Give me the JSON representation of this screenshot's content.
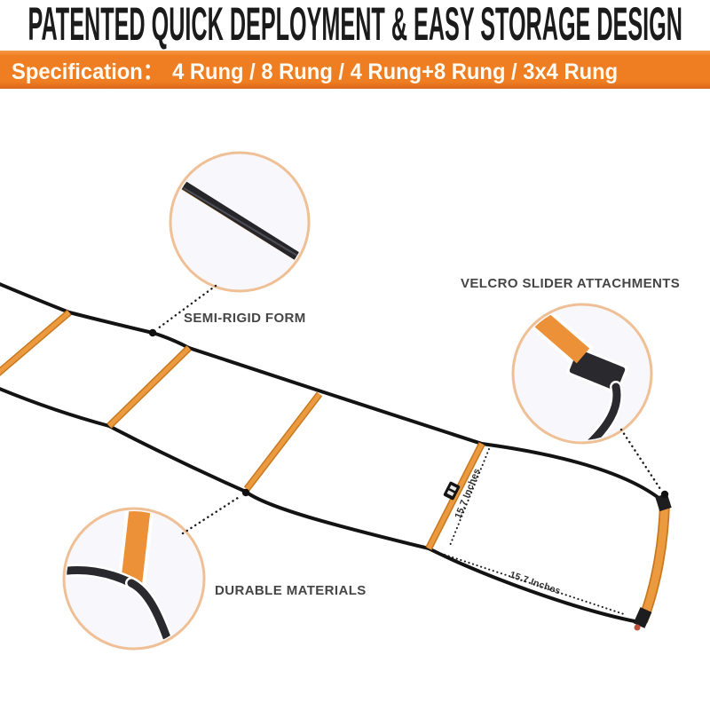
{
  "header": {
    "title": "PATENTED QUICK DEPLOYMENT & EASY STORAGE DESIGN",
    "specification_label": "Specification：",
    "specification_value": "4 Rung / 8 Rung / 4 Rung+8 Rung / 3x4 Rung"
  },
  "callouts": {
    "semi_rigid": {
      "label": "SEMI-RIGID FORM"
    },
    "velcro": {
      "label": "VELCRO SLIDER ATTACHMENTS"
    },
    "durable": {
      "label": "DURABLE MATERIALS"
    }
  },
  "measurements": {
    "rung_width": {
      "label": "15.7 Inches"
    },
    "cell_length": {
      "label": "15.7 Inches"
    }
  },
  "colors": {
    "header_text": "#1b1b1b",
    "spec_bar_orange": "#EF7D22",
    "spec_text": "#FFFBF2",
    "rung_orange": "#EB9A40",
    "rung_orange_dark": "#C8791E",
    "strap_black": "#26262a",
    "rail_black": "#131313",
    "magnifier_border": "#EFC096",
    "magnifier_fill": "#F8F7FB",
    "label_gray": "#454545"
  }
}
